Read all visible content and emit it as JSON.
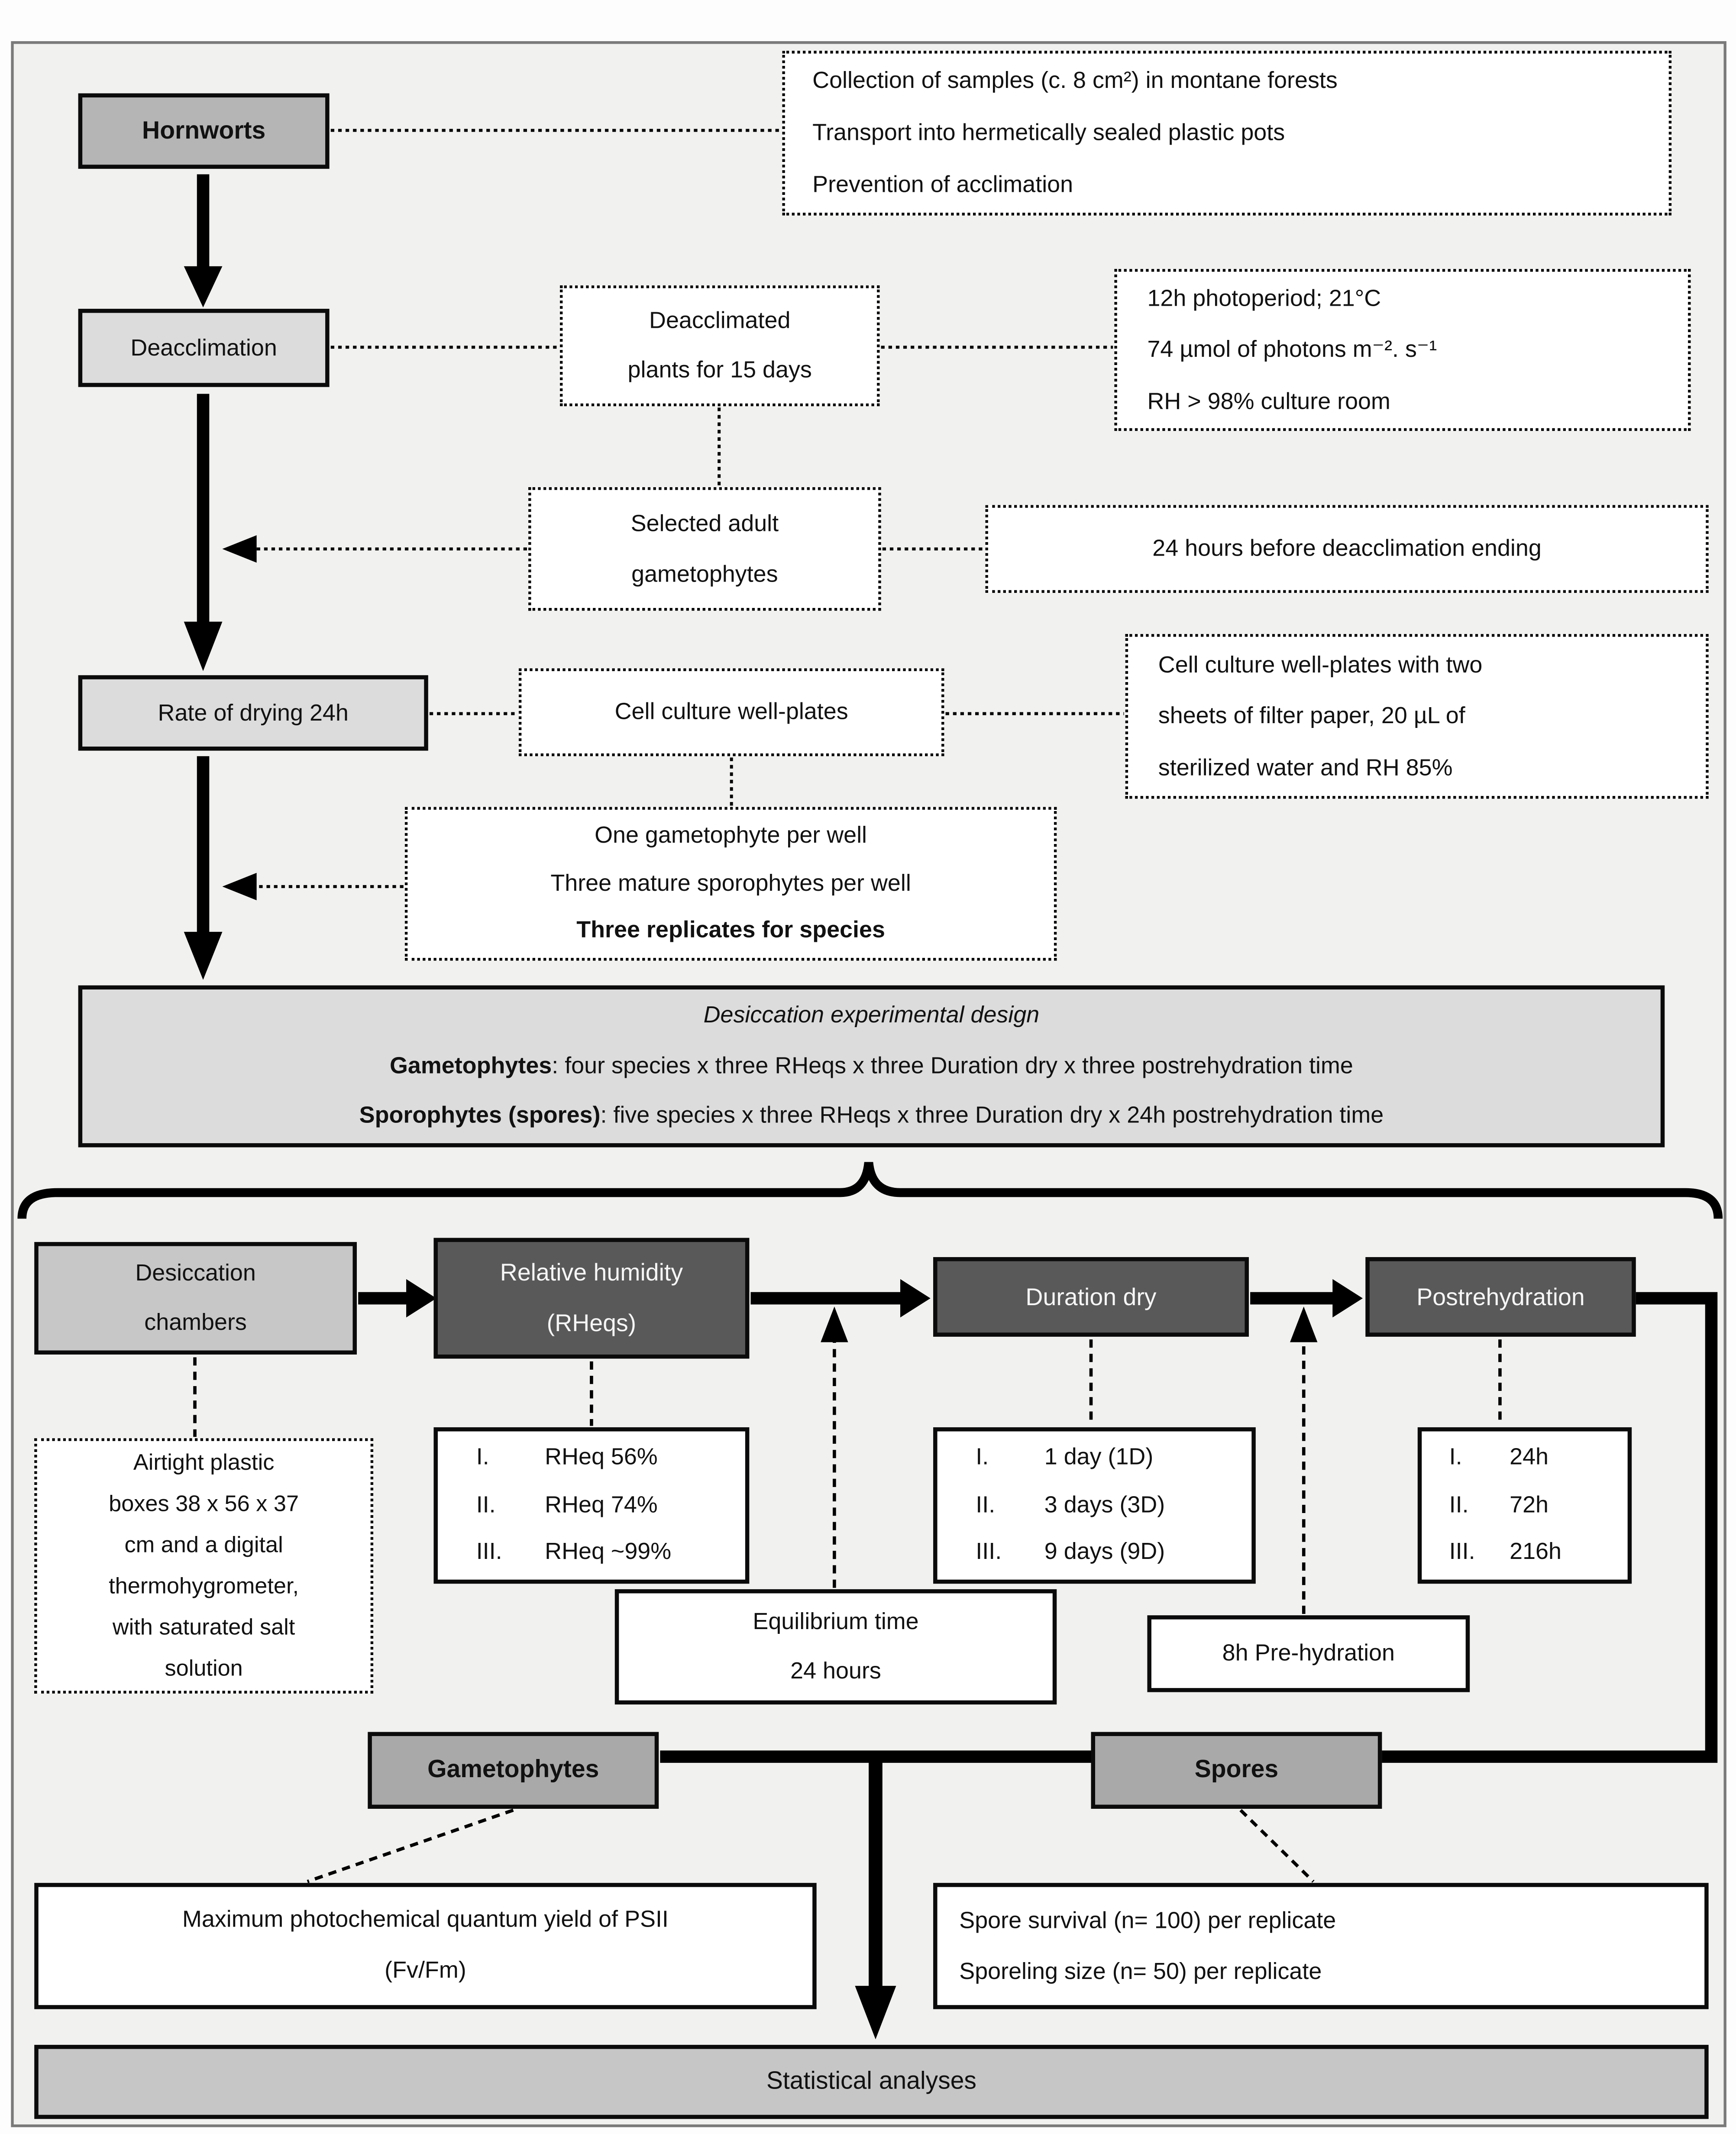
{
  "colors": {
    "figure_bg": "#f1f1ef",
    "figure_border": "#7a7a7a",
    "box_mid": "#b5b5b5",
    "box_light": "#dcdcdc",
    "box_stage": "#c7c7c7",
    "box_dark": "#595959",
    "box_output": "#a9a9a9",
    "box_stats": "#c6c6c6",
    "line": "#000000",
    "text_on_dark": "#f6f6f6"
  },
  "top": {
    "hornworts": "Hornworts",
    "collection_lines": [
      "Collection of samples (c. 8 cm²) in montane forests",
      "Transport into hermetically sealed plastic pots",
      "Prevention of acclimation"
    ],
    "deacclimation": "Deacclimation",
    "deacclimated_lines": [
      "Deacclimated",
      "plants for 15 days"
    ],
    "photoperiod_lines": [
      "12h photoperiod; 21°C",
      "74 µmol of photons m⁻². s⁻¹",
      "RH > 98% culture room"
    ],
    "selected_lines": [
      "Selected adult",
      "gametophytes"
    ],
    "before_ending": "24 hours before deacclimation ending",
    "rate_of_drying": "Rate of drying 24h",
    "well_plates": "Cell culture well-plates",
    "well_plates_detail_lines": [
      "Cell culture well-plates with two",
      "sheets of filter paper, 20 µL of",
      "sterilized water and RH 85%"
    ],
    "per_well_lines": [
      "One gametophyte per well",
      "Three mature sporophytes per well"
    ],
    "per_well_bold": "Three replicates for species"
  },
  "design": {
    "title": "Desiccation experimental design",
    "gametophytes_prefix": "Gametophytes",
    "gametophytes_rest": ": four species x three RHeqs x three Duration dry x three postrehydration time",
    "sporophytes_prefix": "Sporophytes (spores)",
    "sporophytes_rest": ": five species x three RHeqs x three Duration dry x 24h postrehydration time"
  },
  "stages": {
    "chambers_lines": [
      "Desiccation",
      "chambers"
    ],
    "rh_lines": [
      "Relative humidity",
      "(RHeqs)"
    ],
    "duration_dry": "Duration dry",
    "postrehydration": "Postrehydration",
    "airtight_lines": [
      "Airtight plastic",
      "boxes 38 x 56 x 37",
      "cm and a digital",
      "thermohygrometer,",
      "with saturated salt",
      "solution"
    ],
    "rheq_items": [
      {
        "n": "I.",
        "v": "RHeq 56%"
      },
      {
        "n": "II.",
        "v": "RHeq 74%"
      },
      {
        "n": "III.",
        "v": "RHeq ~99%"
      }
    ],
    "duration_items": [
      {
        "n": "I.",
        "v": "1 day (1D)"
      },
      {
        "n": "II.",
        "v": "3 days (3D)"
      },
      {
        "n": "III.",
        "v": "9 days (9D)"
      }
    ],
    "post_items": [
      {
        "n": "I.",
        "v": "24h"
      },
      {
        "n": "II.",
        "v": "72h"
      },
      {
        "n": "III.",
        "v": "216h"
      }
    ],
    "equilibrium_lines": [
      "Equilibrium time",
      "24 hours"
    ],
    "prehydration": "8h Pre-hydration"
  },
  "outputs": {
    "gametophytes": "Gametophytes",
    "spores": "Spores",
    "fvfm_lines": [
      "Maximum photochemical quantum yield of PSII",
      "(Fv/Fm)"
    ],
    "spore_metrics_lines": [
      "Spore survival (n= 100) per replicate",
      "Sporeling size (n= 50) per replicate"
    ],
    "statistics": "Statistical analyses"
  }
}
